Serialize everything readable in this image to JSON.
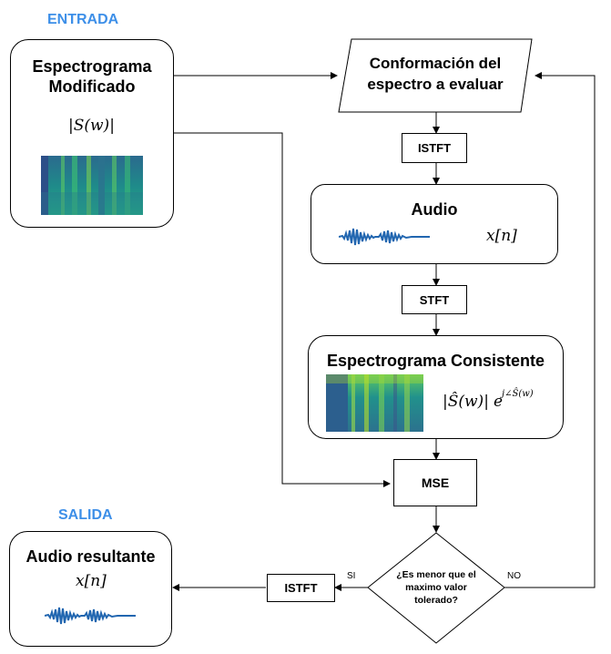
{
  "labels": {
    "entrada": "ENTRADA",
    "salida": "SALIDA"
  },
  "input_box": {
    "title_line1": "Espectrograma",
    "title_line2": "Modificado",
    "formula": "|S(w)|"
  },
  "conform_box": {
    "line1": "Conformación del",
    "line2": "espectro a evaluar"
  },
  "istft_top": "ISTFT",
  "audio_box": {
    "title": "Audio",
    "formula": "x[n]"
  },
  "stft": "STFT",
  "consistent_box": {
    "title": "Espectrograma Consistente",
    "formula_main": "|Ŝ(w)|",
    "formula_e": "e",
    "formula_exp": "j∠Ŝ(w)"
  },
  "mse": "MSE",
  "decision": {
    "line1": "¿Es menor que el",
    "line2": "maximo valor",
    "line3": "tolerado?",
    "yes": "SI",
    "no": "NO"
  },
  "istft_bottom": "ISTFT",
  "output_box": {
    "title": "Audio resultante",
    "formula": "x[n]"
  },
  "colors": {
    "accent_blue": "#3d8fe8",
    "waveform": "#2166b0",
    "spec_dark": "#2b5f8e",
    "spec_mid": "#21918c",
    "spec_bright": "#8fd14f"
  }
}
